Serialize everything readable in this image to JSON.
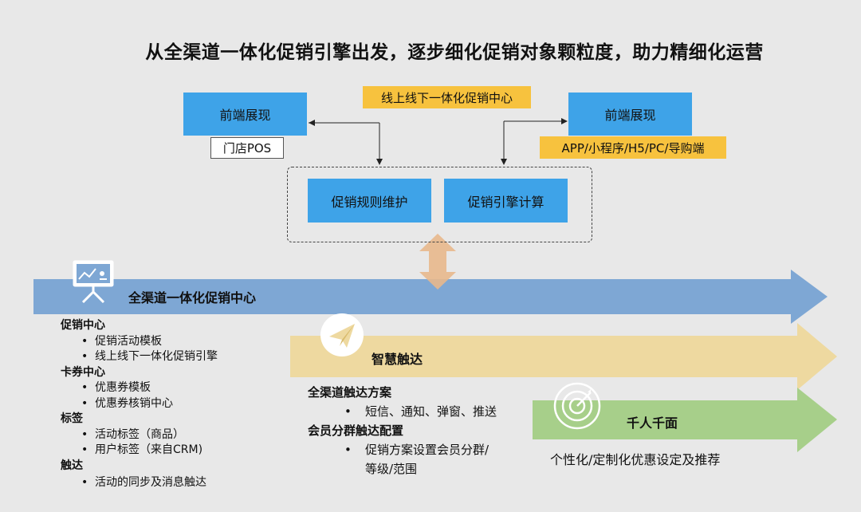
{
  "title": "从全渠道一体化促销引擎出发，逐步细化促销对象颗粒度，助力精细化运营",
  "top": {
    "left_box": "前端展现",
    "left_tag": "门店POS",
    "center_tag": "线上线下一体化促销中心",
    "right_box": "前端展现",
    "right_tag": "APP/小程序/H5/PC/导购端",
    "inner_left": "促销规则维护",
    "inner_right": "促销引擎计算"
  },
  "bands": {
    "blue_label": "全渠道一体化促销中心",
    "yellow_label": "智慧触达",
    "green_label": "千人千面"
  },
  "left_list": {
    "sec1": "促销中心",
    "sec1_items": [
      "促销活动模板",
      "线上线下一体化促销引擎"
    ],
    "sec2": "卡券中心",
    "sec2_items": [
      "优惠券模板",
      "优惠券核销中心"
    ],
    "sec3": "标签",
    "sec3_items": [
      "活动标签（商品）",
      "用户标签（来自CRM)"
    ],
    "sec4": "触达",
    "sec4_items": [
      "活动的同步及消息触达"
    ]
  },
  "mid_list": {
    "sec1": "全渠道触达方案",
    "sec1_item": "短信、通知、弹窗、推送",
    "sec2": "会员分群触达配置",
    "sec2_item_line1": "促销方案设置会员分群/",
    "sec2_item_line2": "等级/范围"
  },
  "green_caption": "个性化/定制化优惠设定及推荐",
  "colors": {
    "blue_box": "#3ea3e8",
    "yellow": "#f7c23e",
    "blue_band": "#7ea7d4",
    "yellow_band": "#eed9a0",
    "green_band": "#a7cf8a",
    "updown_arrow": "#e8b88c"
  },
  "icons": [
    "presentation-board-icon",
    "paper-plane-icon",
    "target-icon",
    "double-arrow-icon"
  ]
}
